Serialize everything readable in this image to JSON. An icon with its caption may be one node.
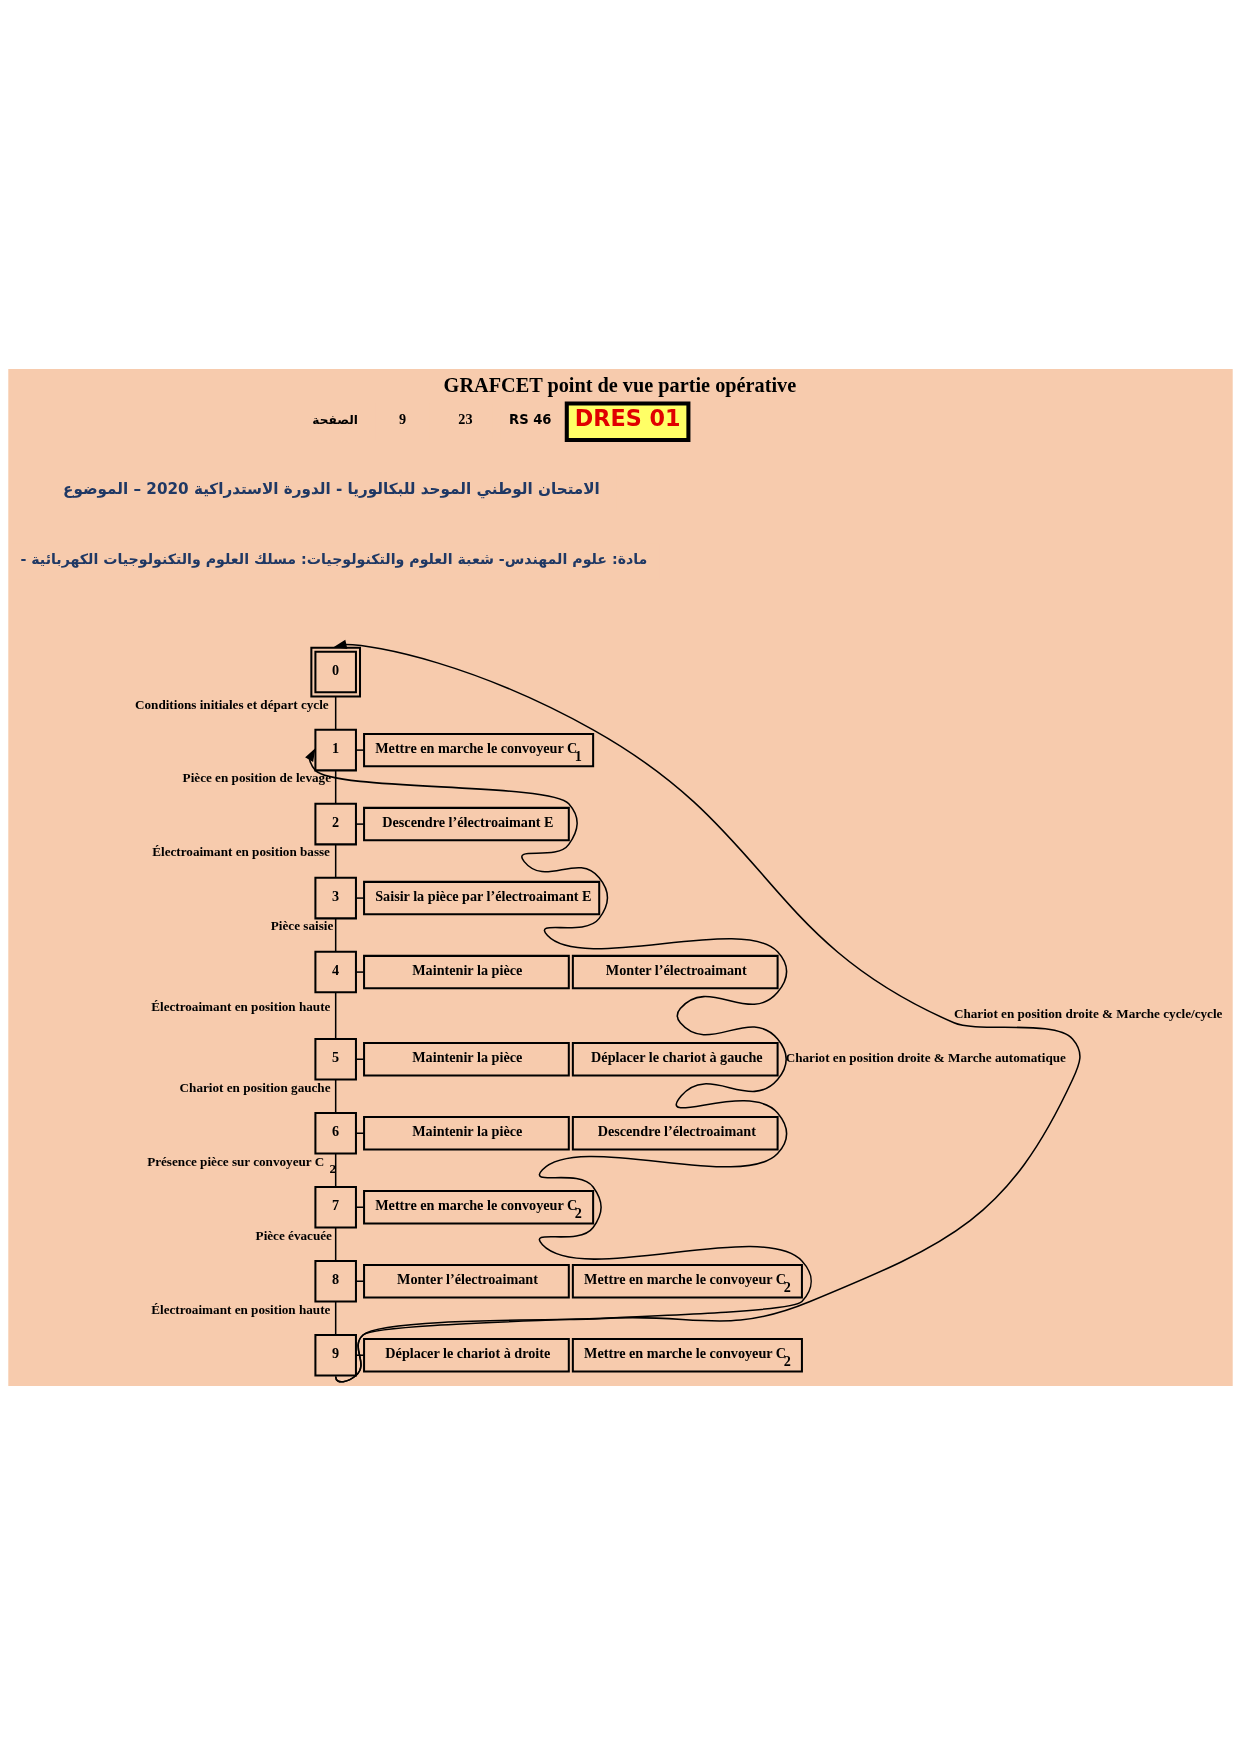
{
  "diagram": {
    "title": "GRAFCET point de vue partie opérative",
    "nodes": [
      {
        "text": [
          "0"
        ]
      },
      {
        "text": [
          "1"
        ]
      },
      {
        "text": [
          "Mettre en marche le convoyeur C$_{1}$"
        ]
      },
      {
        "text": [
          "2"
        ]
      },
      {
        "text": [
          "Descendre l’électroaimant E"
        ]
      },
      {
        "text": [
          "3"
        ]
      },
      {
        "text": [
          "Saisir la pièce par l’électroaimant E"
        ]
      },
      {
        "text": [
          "4"
        ]
      },
      {
        "text": [
          "Maintenir la pièce"
        ]
      },
      {
        "text": [
          "Monter l’électroaimant"
        ]
      },
      {
        "text": [
          "5"
        ]
      },
      {
        "text": [
          "Maintenir la pièce"
        ]
      },
      {
        "text": [
          "Déplacer le chariot à gauche"
        ]
      },
      {
        "text": [
          "6"
        ]
      },
      {
        "text": [
          "Maintenir la pièce"
        ]
      },
      {
        "text": [
          "Descendre l’électroaimant"
        ]
      },
      {
        "text": [
          "7"
        ]
      },
      {
        "text": [
          "Mettre en marche le convoyeur C$_{2}$"
        ]
      },
      {
        "text": [
          "8"
        ]
      },
      {
        "text": [
          "Monter l’électroaimant"
        ]
      },
      {
        "text": [
          "Mettre en marche le convoyeur C$_{2}$"
        ]
      },
      {
        "text": [
          "9"
        ]
      },
      {
        "text": [
          "Déplacer le chariot à droite"
        ]
      },
      {
        "text": [
          "Mettre en marche le convoyeur C$_{2}$"
        ]
      }
    ],
    "edges": [
      {
        "from": 0,
        "to": 1,
        "arrow": "none",
        "label": "Conditions initiales et départ cycle"
      },
      {
        "from": 1,
        "to": 2,
        "arrow": "none"
      },
      {
        "from": 1,
        "to": 3,
        "arrow": "none",
        "label": "Pièce en position de levage"
      },
      {
        "from": 3,
        "to": 4,
        "arrow": "none"
      },
      {
        "from": 3,
        "to": 5,
        "arrow": "none",
        "label": "Électroaimant en position basse"
      },
      {
        "from": 5,
        "to": 6,
        "arrow": "none"
      },
      {
        "from": 5,
        "to": 7,
        "arrow": "none",
        "label": "Pièce saisie"
      },
      {
        "from": 7,
        "to": 8,
        "arrow": "none"
      },
      {
        "from": 7,
        "to": 10,
        "arrow": "none",
        "label": "Électroaimant en position haute"
      },
      {
        "from": 10,
        "to": 11,
        "arrow": "none"
      },
      {
        "from": 10,
        "to": 13,
        "arrow": "none",
        "label": "Chariot en position gauche"
      },
      {
        "from": 13,
        "to": 14,
        "arrow": "none"
      },
      {
        "from": 13,
        "to": 16,
        "arrow": "none",
        "label": "Présence pièce sur convoyeur C$_{2}$"
      },
      {
        "from": 16,
        "to": 17,
        "arrow": "none"
      },
      {
        "from": 16,
        "to": 18,
        "arrow": "none",
        "label": "Pièce évacuée"
      },
      {
        "from": 18,
        "to": 19,
        "arrow": "none"
      },
      {
        "from": 18,
        "to": 21,
        "arrow": "none",
        "label": "Électroaimant en position haute"
      },
      {
        "from": 21,
        "to": 22,
        "arrow": "none"
      },
      {
        "from": 21,
        "to": 1,
        "arrow": "to",
        "label": "Chariot en position droite & Marche automatique"
      },
      {
        "from": 21,
        "to": 0,
        "arrow": "to",
        "label": "Chariot en position droite & Marche cycle/cycle"
      }
    ],
    "labels": [
      "الصفحة",
      "9",
      "23",
      "RS 46",
      "الامتحان الوطني الموحد للبكالوريا - الدورة الاستدراكية 2020 – الموضوع",
      "- مادة: علوم المهندس- شعبة العلوم والتكنولوجيات: مسلك العلوم والتكنولوجيات الكهربائية",
      "DRES 01"
    ]
  }
}
